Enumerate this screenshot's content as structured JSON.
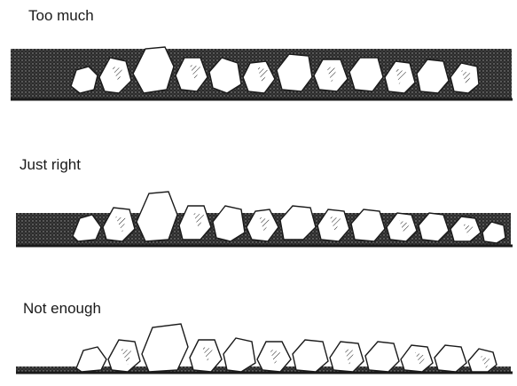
{
  "panels": [
    {
      "label": "Too much",
      "amount": "excess"
    },
    {
      "label": "Just right",
      "amount": "correct"
    },
    {
      "label": "Not enough",
      "amount": "insufficient"
    }
  ],
  "colors": {
    "ink": "#1a1a1a",
    "paper": "#ffffff",
    "fill_texture": "#3a3a3a"
  }
}
